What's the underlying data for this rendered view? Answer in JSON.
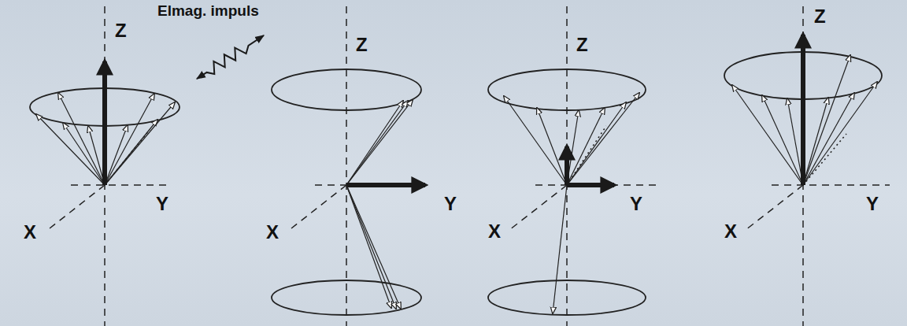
{
  "diagram": {
    "labels": [
      "Elmag. impuls",
      "Z",
      "Y",
      "X",
      "Z",
      "Y",
      "X",
      "Z",
      "Y",
      "X",
      "Z",
      "Y",
      "X"
    ]
  }
}
